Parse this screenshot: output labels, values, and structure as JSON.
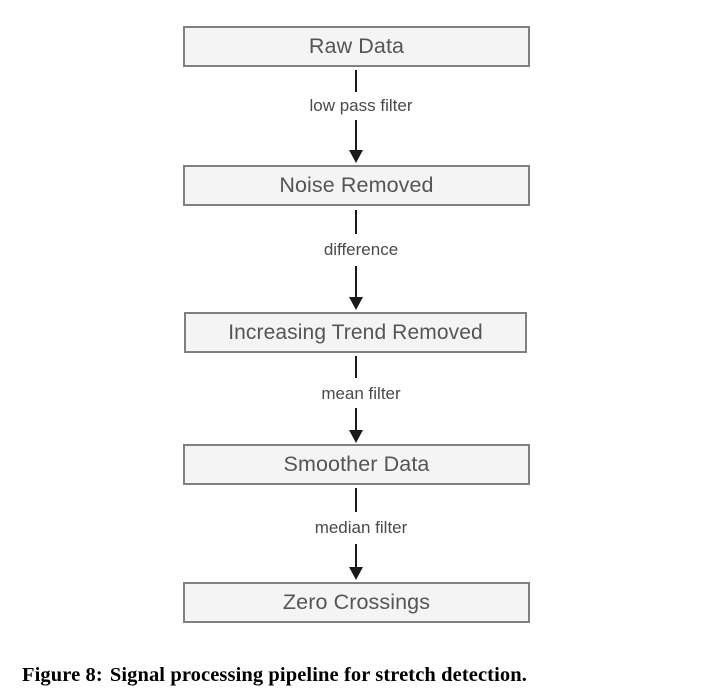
{
  "figure": {
    "caption_label": "Figure 8:",
    "caption_text": "Signal processing pipeline for stretch detection."
  },
  "colors": {
    "node_fill": "#f4f4f4",
    "node_border": "#808080",
    "node_text": "#555555",
    "connector": "#1a1a1a",
    "connector_label": "#4a4a4a",
    "caption_text": "#000000",
    "background": "#ffffff"
  },
  "diagram": {
    "type": "flowchart",
    "orientation": "vertical-top-down",
    "nodes": [
      {
        "id": "raw-data",
        "label": "Raw Data"
      },
      {
        "id": "noise-removed",
        "label": "Noise Removed"
      },
      {
        "id": "increasing-trend-removed",
        "label": "Increasing Trend Removed"
      },
      {
        "id": "smoother-data",
        "label": "Smoother Data"
      },
      {
        "id": "zero-crossings",
        "label": "Zero Crossings"
      }
    ],
    "edges": [
      {
        "from": "raw-data",
        "to": "noise-removed",
        "label": "low pass filter",
        "arrow": "down-arrow-icon"
      },
      {
        "from": "noise-removed",
        "to": "increasing-trend-removed",
        "label": "difference",
        "arrow": "down-arrow-icon"
      },
      {
        "from": "increasing-trend-removed",
        "to": "smoother-data",
        "label": "mean filter",
        "arrow": "down-arrow-icon"
      },
      {
        "from": "smoother-data",
        "to": "zero-crossings",
        "label": "median filter",
        "arrow": "down-arrow-icon"
      }
    ]
  }
}
